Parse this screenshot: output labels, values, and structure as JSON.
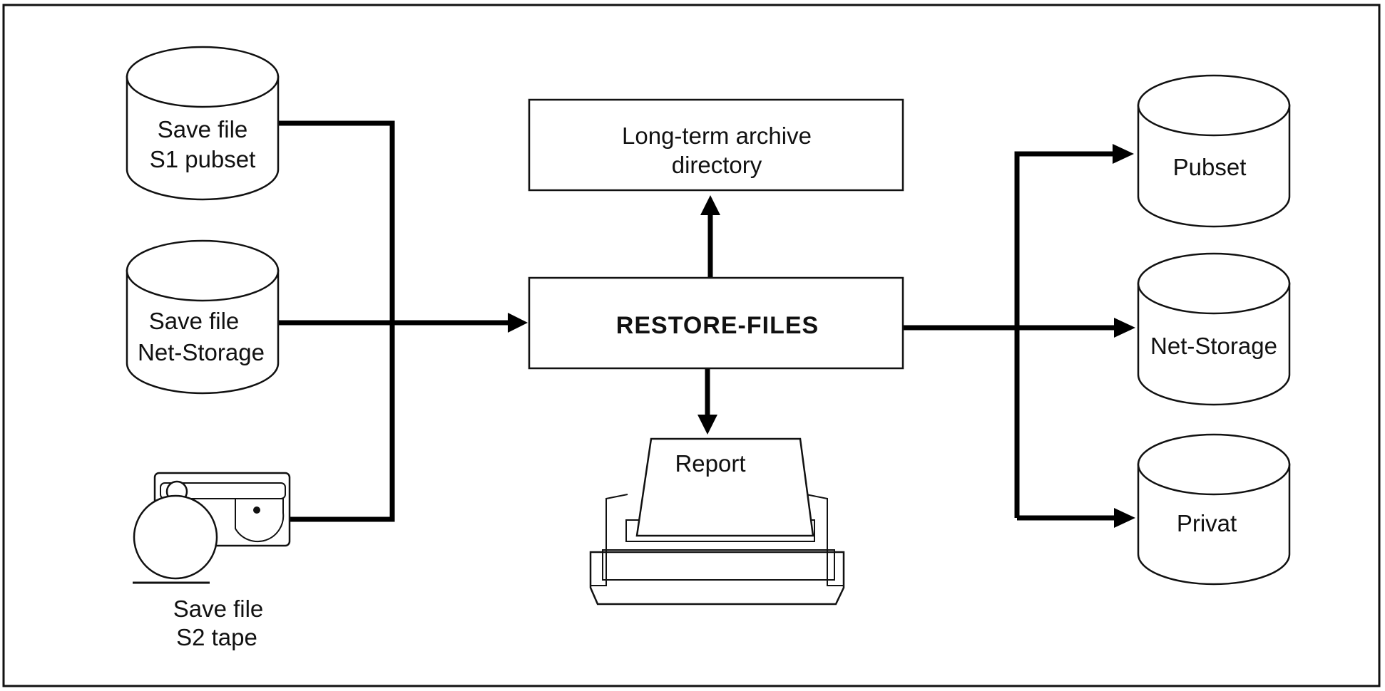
{
  "sources": {
    "s1_pubset": {
      "line1": "Save file",
      "line2": "S1 pubset"
    },
    "net_storage": {
      "line1": "Save file",
      "line2": "Net-Storage"
    },
    "s2_tape": {
      "line1": "Save file",
      "line2": "S2 tape"
    }
  },
  "center": {
    "archive": {
      "line1": "Long-term archive",
      "line2": "directory"
    },
    "restore": {
      "label": "RESTORE-FILES"
    },
    "report": {
      "label": "Report"
    }
  },
  "targets": {
    "pubset": {
      "label": "Pubset"
    },
    "net_storage": {
      "label": "Net-Storage"
    },
    "privat": {
      "label": "Privat"
    }
  }
}
